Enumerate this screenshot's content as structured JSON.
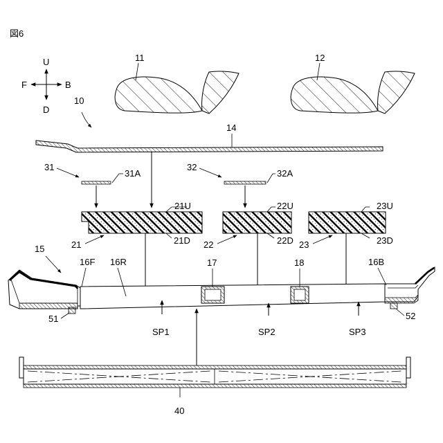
{
  "figure_label": "図6",
  "directions": {
    "up": "U",
    "down": "D",
    "front": "F",
    "back": "B"
  },
  "labels": {
    "occupant_1": "11",
    "occupant_2": "12",
    "assembly": "10",
    "cover": "14",
    "floor": "15",
    "front_wall": "16F",
    "rear_floor": "16R",
    "back_wall": "16B",
    "cross_member_1": "17",
    "cross_member_2": "18",
    "pad_1": "21",
    "pad_1_upper": "21U",
    "pad_1_lower": "21D",
    "pad_2": "22",
    "pad_2_upper": "22U",
    "pad_2_lower": "22D",
    "pad_3": "23",
    "pad_3_upper": "23U",
    "pad_3_lower": "23D",
    "sheet_1": "31",
    "sheet_1_a": "31A",
    "sheet_2": "32",
    "sheet_2_a": "32A",
    "battery": "40",
    "bracket_1": "51",
    "bracket_2": "52",
    "space_1": "SP1",
    "space_2": "SP2",
    "space_3": "SP3"
  }
}
